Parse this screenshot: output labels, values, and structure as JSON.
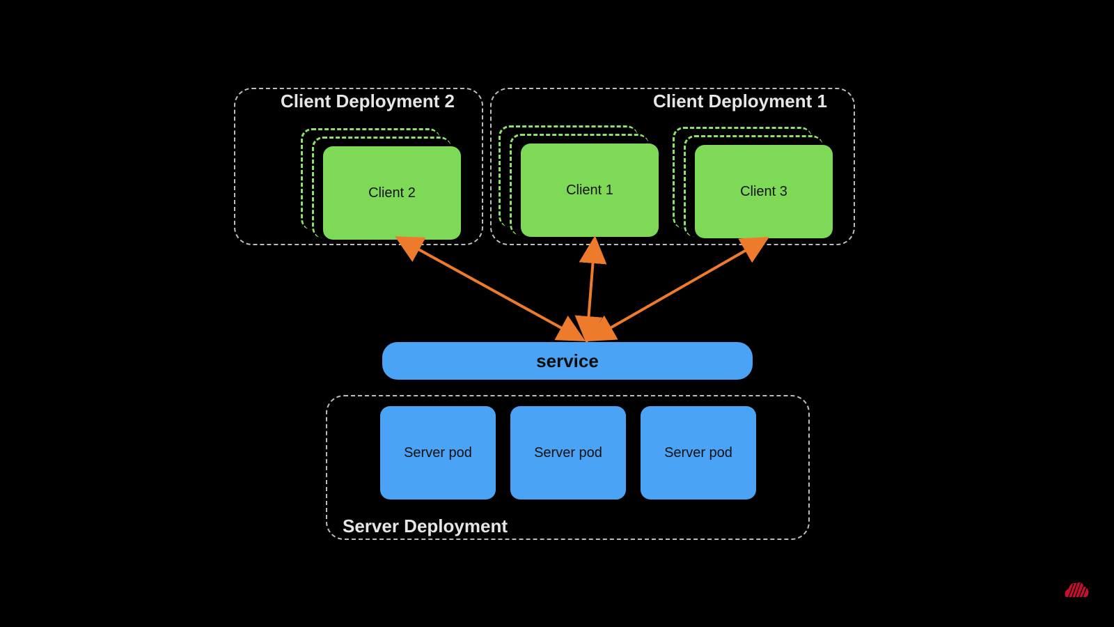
{
  "groups": {
    "client_deployment_2": "Client Deployment 2",
    "client_deployment_1": "Client Deployment 1",
    "server_deployment": "Server Deployment"
  },
  "clients": {
    "client2": "Client 2",
    "client1": "Client 1",
    "client3": "Client 3"
  },
  "service": "service",
  "server_pods": [
    "Server pod",
    "Server pod",
    "Server pod"
  ],
  "colors": {
    "background": "#000000",
    "client": "#7ed957",
    "server": "#4aa3f5",
    "arrow": "#ee7b2c"
  },
  "icons": {
    "corner_logo": "red-cloud-logo-icon"
  }
}
